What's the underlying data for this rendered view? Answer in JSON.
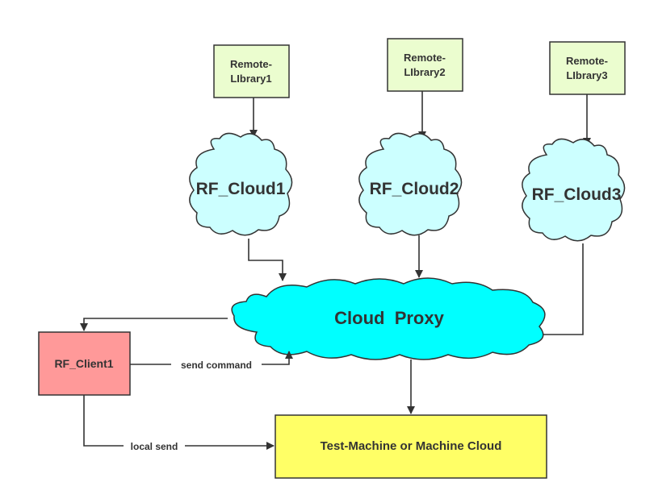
{
  "nodes": {
    "lib1": {
      "line1": "Remote-",
      "line2": "LIbrary1"
    },
    "lib2": {
      "line1": "Remote-",
      "line2": "LIbrary2"
    },
    "lib3": {
      "line1": "Remote-",
      "line2": "LIbrary3"
    },
    "cloud1": {
      "label": "RF_Cloud1"
    },
    "cloud2": {
      "label": "RF_Cloud2"
    },
    "cloud3": {
      "label": "RF_Cloud3"
    },
    "proxy": {
      "label": "Cloud  Proxy"
    },
    "client": {
      "label": "RF_Client1"
    },
    "machine": {
      "label": "Test-Machine or Machine Cloud"
    }
  },
  "edges": {
    "send_command": "send command",
    "local_send": "local send"
  },
  "colors": {
    "library_fill": "#ebfdcf",
    "rf_cloud_fill": "#ccffff",
    "proxy_fill": "#00ffff",
    "client_fill": "#ff9999",
    "machine_fill": "#ffff66",
    "stroke": "#333333"
  }
}
